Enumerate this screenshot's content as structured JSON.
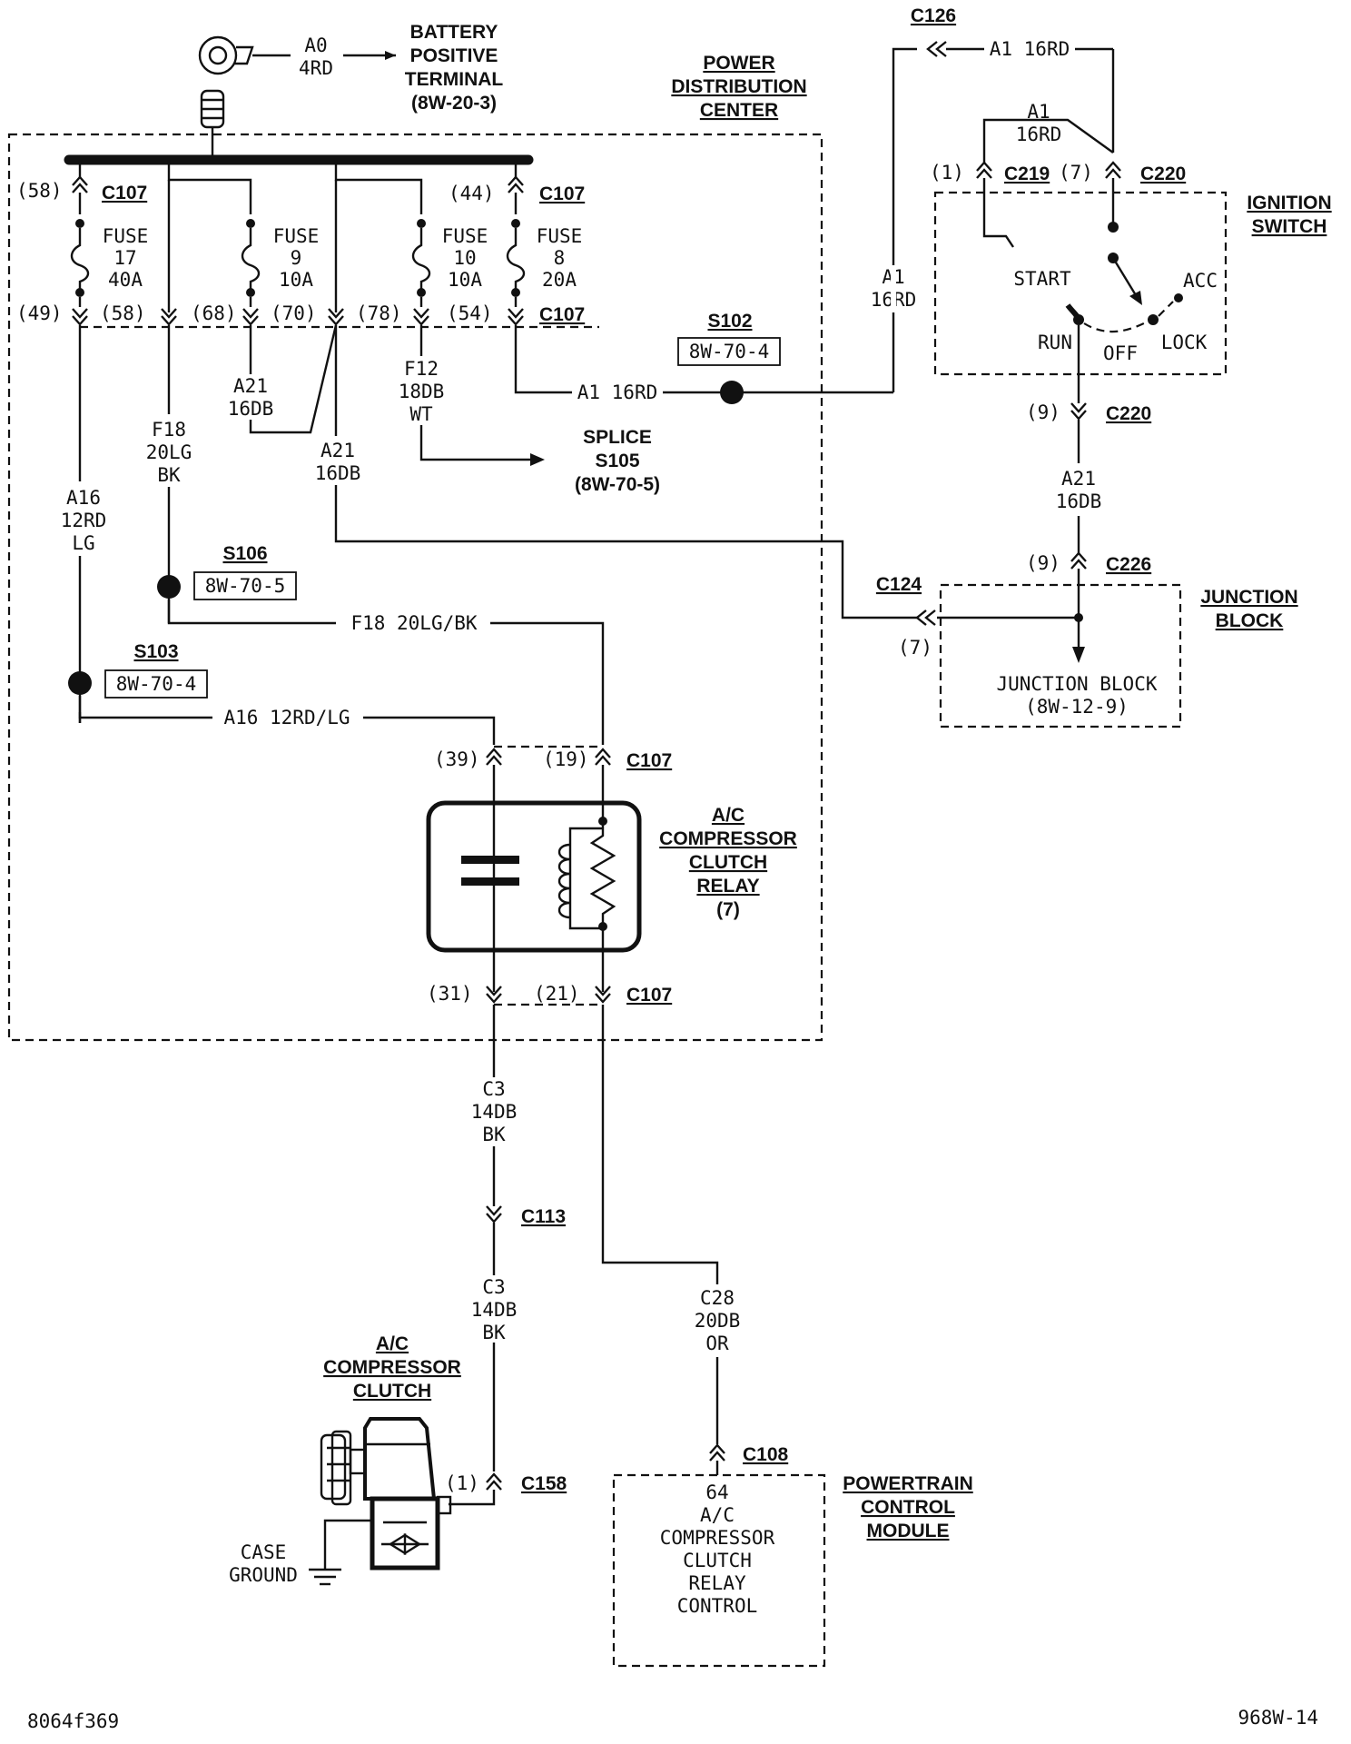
{
  "battery": {
    "wire": "A0",
    "gauge": "4RD",
    "label_lines": [
      "BATTERY",
      "POSITIVE",
      "TERMINAL",
      "(8W-20-3)"
    ]
  },
  "pdc": {
    "title_lines": [
      "POWER",
      "DISTRIBUTION",
      "CENTER"
    ]
  },
  "c107": "C107",
  "pins_top": [
    "(58)",
    "(44)"
  ],
  "pins_mid": [
    "(49)",
    "(58)",
    "(68)",
    "(70)",
    "(78)",
    "(54)"
  ],
  "fuses": [
    {
      "name": "FUSE",
      "num": "17",
      "amp": "40A"
    },
    {
      "name": "FUSE",
      "num": "9",
      "amp": "10A"
    },
    {
      "name": "FUSE",
      "num": "10",
      "amp": "10A"
    },
    {
      "name": "FUSE",
      "num": "8",
      "amp": "20A"
    }
  ],
  "wires": {
    "a16": [
      "A16",
      "12RD",
      "LG"
    ],
    "f18": [
      "F18",
      "20LG",
      "BK"
    ],
    "a21a": [
      "A21",
      "16DB"
    ],
    "a21b": [
      "A21",
      "16DB"
    ],
    "f12": [
      "F12",
      "18DB",
      "WT"
    ],
    "a1_bottom": "A1  16RD",
    "f18_run": "F18  20LG/BK",
    "a16_run": "A16  12RD/LG",
    "a1_top": "A1  16RD",
    "a1_switch": [
      "A1",
      "16RD"
    ],
    "a1_vert": [
      "A1",
      "16RD"
    ],
    "a21_right": [
      "A21",
      "16DB"
    ],
    "c3_a": [
      "C3",
      "14DB",
      "BK"
    ],
    "c3_b": [
      "C3",
      "14DB",
      "BK"
    ],
    "c28": [
      "C28",
      "20DB",
      "OR"
    ]
  },
  "splices": {
    "s102": {
      "name": "S102",
      "ref": "8W-70-4"
    },
    "s106": {
      "name": "S106",
      "ref": "8W-70-5"
    },
    "s103": {
      "name": "S103",
      "ref": "8W-70-4"
    },
    "s105": [
      "SPLICE",
      "S105",
      "(8W-70-5)"
    ]
  },
  "connectors": {
    "c126": "C126",
    "c219": "C219",
    "c220": "C220",
    "c226": "C226",
    "c124": "C124",
    "c113": "C113",
    "c158": "C158",
    "c108": "C108"
  },
  "pins_misc": {
    "c219": "(1)",
    "c220": "(7)",
    "c220b": "(9)",
    "c226": "(9)",
    "c124": "(7)",
    "relay_top_l": "(39)",
    "relay_top_r": "(19)",
    "relay_bot_l": "(31)",
    "relay_bot_r": "(21)",
    "c158": "(1)"
  },
  "ignition": {
    "title_lines": [
      "IGNITION",
      "SWITCH"
    ],
    "positions": {
      "start": "START",
      "acc": "ACC",
      "run": "RUN",
      "off": "OFF",
      "lock": "LOCK"
    }
  },
  "junction_block": {
    "title_lines": [
      "JUNCTION",
      "BLOCK"
    ],
    "inner": [
      "JUNCTION BLOCK",
      "(8W-12-9)"
    ]
  },
  "relay": {
    "title_lines": [
      "A/C",
      "COMPRESSOR",
      "CLUTCH",
      "RELAY",
      "(7)"
    ]
  },
  "clutch": {
    "title_lines": [
      "A/C",
      "COMPRESSOR",
      "CLUTCH"
    ],
    "ground": [
      "CASE",
      "GROUND"
    ]
  },
  "pcm": {
    "title_lines": [
      "POWERTRAIN",
      "CONTROL",
      "MODULE"
    ],
    "inner": [
      "64",
      "A/C",
      "COMPRESSOR",
      "CLUTCH",
      "RELAY",
      "CONTROL"
    ]
  },
  "footer": {
    "left": "8064f369",
    "right": "968W-14"
  }
}
